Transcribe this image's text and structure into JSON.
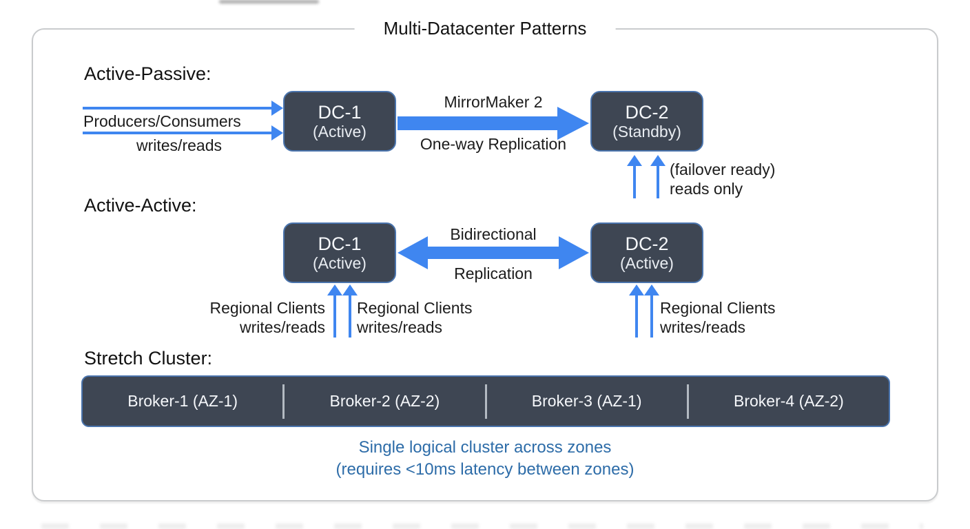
{
  "title": "Multi-Datacenter Patterns",
  "colors": {
    "arrow_blue": "#3f86f0",
    "box_fill": "#3e4653",
    "box_border": "#4a74ad",
    "caption_blue": "#2d6ca8"
  },
  "active_passive": {
    "heading": "Active-Passive:",
    "input_label_line1": "Producers/Consumers",
    "input_label_line2": "writes/reads",
    "dc1": {
      "name": "DC-1",
      "state": "(Active)"
    },
    "arrow_label_top": "MirrorMaker 2",
    "arrow_label_bottom": "One-way Replication",
    "dc2": {
      "name": "DC-2",
      "state": "(Standby)"
    },
    "failover_line1": "(failover ready)",
    "failover_line2": "reads only"
  },
  "active_active": {
    "heading": "Active-Active:",
    "dc1": {
      "name": "DC-1",
      "state": "(Active)"
    },
    "arrow_label_top": "Bidirectional",
    "arrow_label_bottom": "Replication",
    "dc2": {
      "name": "DC-2",
      "state": "(Active)"
    },
    "clients_left": {
      "line1": "Regional Clients",
      "line2": "writes/reads"
    },
    "clients_mid": {
      "line1": "Regional Clients",
      "line2": "writes/reads"
    },
    "clients_right": {
      "line1": "Regional Clients",
      "line2": "writes/reads"
    }
  },
  "stretch_cluster": {
    "heading": "Stretch Cluster:",
    "brokers": [
      {
        "label": "Broker-1 (AZ-1)"
      },
      {
        "label": "Broker-2 (AZ-2)"
      },
      {
        "label": "Broker-3 (AZ-1)"
      },
      {
        "label": "Broker-4 (AZ-2)"
      }
    ],
    "caption_line1": "Single logical cluster across zones",
    "caption_line2": "(requires <10ms latency between zones)"
  }
}
